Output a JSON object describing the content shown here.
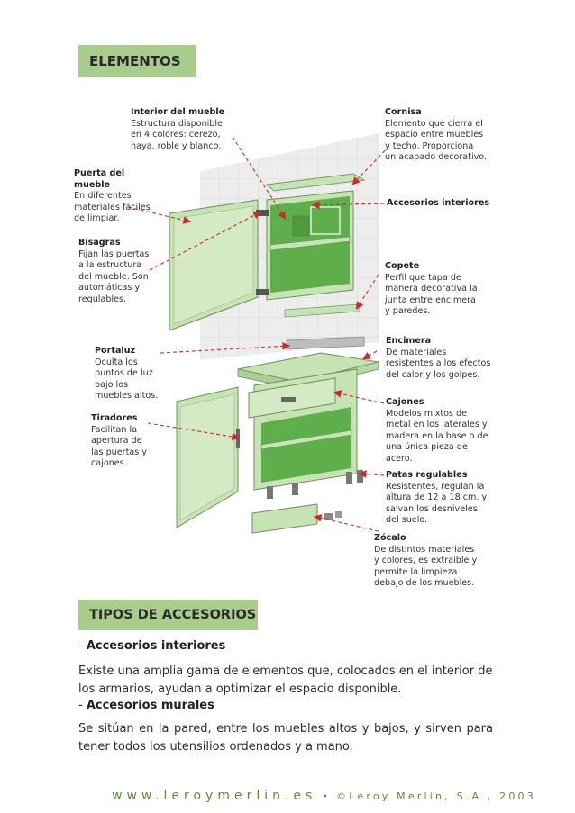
{
  "banners": {
    "elementos": "ELEMENTOS",
    "tipos": "TIPOS DE ACCESORIOS"
  },
  "labels": {
    "interior": {
      "title": "Interior del mueble",
      "desc": "Estructura disponible\nen 4 colores: cerezo,\nhaya, roble y blanco."
    },
    "cornisa": {
      "title": "Cornisa",
      "desc": "Elemento que cierra el\nespacio entre muebles\ny techo. Proporciona\nun acabado decorativo."
    },
    "puerta": {
      "title": "Puerta del\nmueble",
      "desc": "En diferentes\nmateriales fáciles\nde limpiar."
    },
    "accesorios": {
      "title": "Accesorios interiores"
    },
    "bisagras": {
      "title": "Bisagras",
      "desc": "Fijan las puertas\na la estructura\ndel mueble. Son\nautomáticas y\nregulables."
    },
    "copete": {
      "title": "Copete",
      "desc": "Perfil que tapa de\nmanera decorativa la\njunta entre encimera\ny paredes."
    },
    "encimera": {
      "title": "Encimera",
      "desc": "De materiales\nresistentes a los efectos\ndel calor y los golpes."
    },
    "portaluz": {
      "title": "Portaluz",
      "desc": "Oculta los\npuntos de luz\nbajo los\nmuebles altos."
    },
    "cajones": {
      "title": "Cajones",
      "desc": "Modelos mixtos de\nmetal en los laterales y\nmadera en la base o de\nuna única pieza de\nacero."
    },
    "tiradores": {
      "title": "Tiradores",
      "desc": "Facilitan la\napertura de\nlas puertas y\ncajones."
    },
    "patas": {
      "title": "Patas regulables",
      "desc": "Resistentes, regulan la\naltura de 12 a 18 cm. y\nsalvan los desniveles\ndel suelo."
    },
    "zocalo": {
      "title": "Zócalo",
      "desc": "De distintos materiales\ny colores, es extraíble y\npermite la limpieza\ndebajo de los muebles."
    }
  },
  "tipos": {
    "item1": {
      "dash": "- ",
      "title": "Accesorios interiores",
      "text": "Existe una amplia gama de elementos que, colocados en el interior de los armarios, ayudan a optimizar el espacio disponible."
    },
    "item2": {
      "dash": "- ",
      "title": "Accesorios murales",
      "text": "Se sitúan en la pared, entre los muebles altos y bajos, y sirven para tener todos los utensilios ordenados y a mano."
    }
  },
  "footer": {
    "site": "www.leroymerlin.es",
    "sep": "•",
    "copy": "©Leroy Merlin, S.A., 2003"
  },
  "colors": {
    "banner": "#a8cc8c",
    "cabinet": "#c6e3b3",
    "interior": "#5fae4c",
    "arrow": "#cc2b2b",
    "footer": "#5b8f2e"
  }
}
